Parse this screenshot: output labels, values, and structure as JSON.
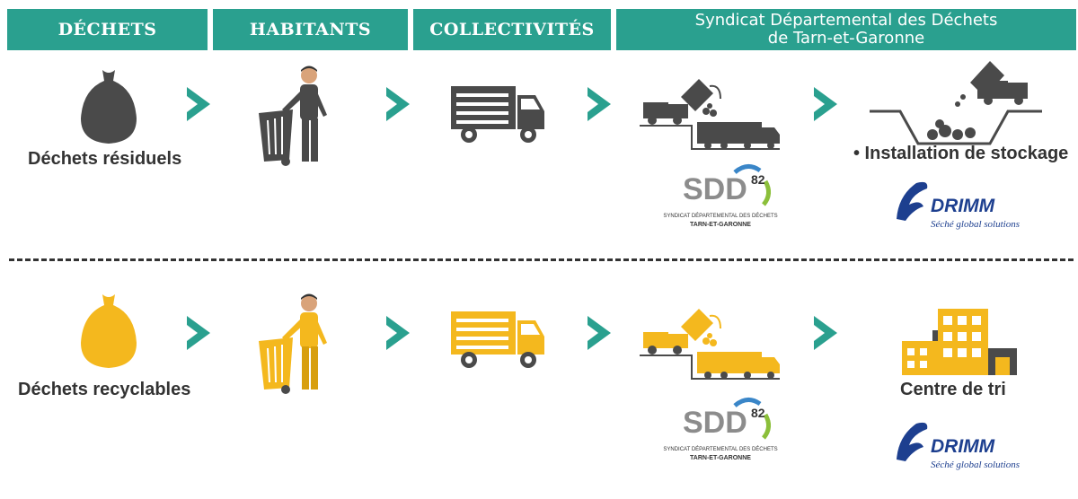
{
  "headers": [
    "DÉCHETS",
    "HABITANTS",
    "COLLECTIVITÉS"
  ],
  "syndicat": {
    "line1": "Syndicat Départemental des Déchets",
    "line2": "de Tarn-et-Garonne"
  },
  "rows": [
    {
      "waste_label": "Déchets résiduels",
      "destination_label": "• Installation de stockage",
      "color": "#4a4a4a"
    },
    {
      "waste_label": "Déchets recyclables",
      "destination_label": "Centre de tri",
      "color": "#f4b81e"
    }
  ],
  "sdd_logo": {
    "brand": "SDD",
    "number": "82",
    "line1": "SYNDICAT DÉPARTEMENTAL DES DÉCHETS",
    "line2": "TARN-ET-GARONNE"
  },
  "drimm_logo": {
    "brand": "DRIMM",
    "tagline": "Séché global solutions"
  },
  "colors": {
    "teal": "#2aa08f",
    "dark": "#4a4a4a",
    "yellow": "#f4b81e",
    "navy": "#1d3f8f"
  }
}
